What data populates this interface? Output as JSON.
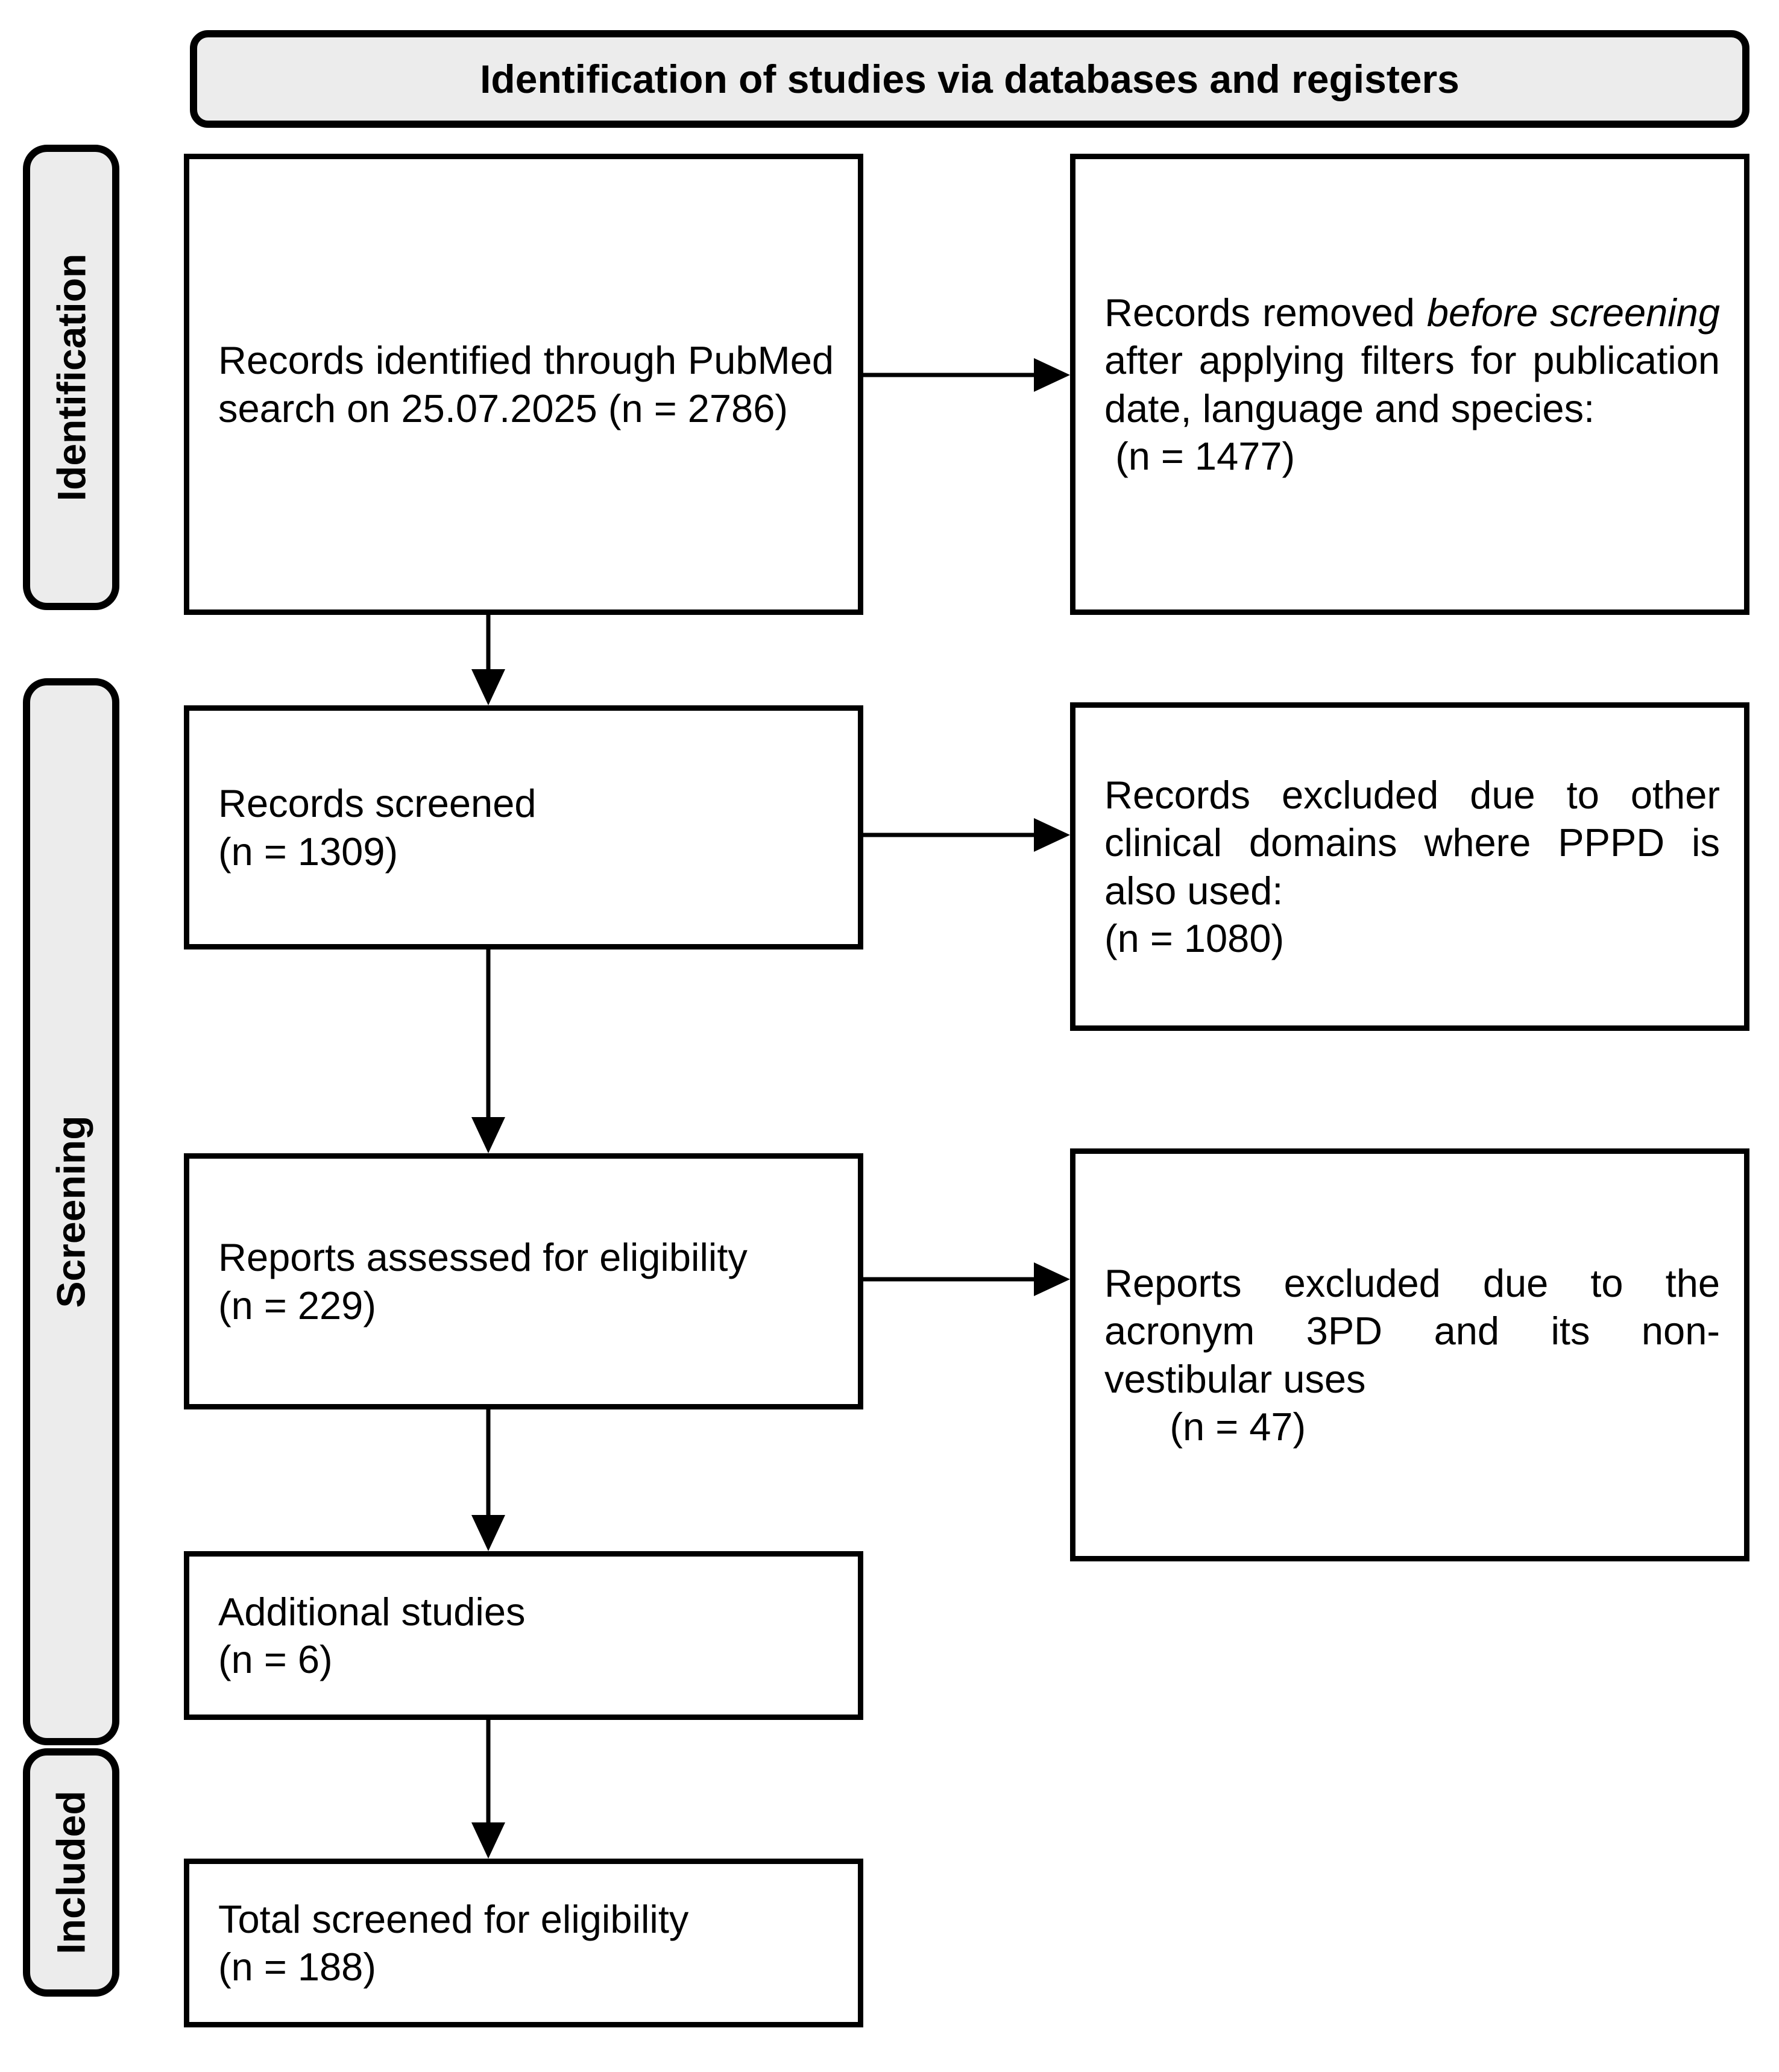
{
  "title": "Identification of studies via databases and registers",
  "sidebar": {
    "identification": "Identification",
    "screening": "Screening",
    "included": "Included"
  },
  "flow": {
    "identified": "Records identified through PubMed search on 25.07.2025 (n = 2786)",
    "screened": "Records screened\n(n = 1309)",
    "assessed": "Reports assessed for eligibility\n(n = 229)",
    "additional": "Additional studies\n(n = 6)",
    "total": "Total screened for eligibility\n(n = 188)"
  },
  "excluded": {
    "removed_before_screening": [
      {
        "t": "Records removed "
      },
      {
        "t": "before screening",
        "i": true
      },
      {
        "t": " after applying filters for publication date, language and species:\n (n = 1477)"
      }
    ],
    "other_domains": "Records excluded due to other clinical domains where PPPD is also used:\n(n = 1080)",
    "acronym_3pd": "Reports excluded due to the acronym 3PD and its non-vestibular uses\n      (n = 47)"
  },
  "counts": {
    "identified": 2786,
    "removed_before_screening": 1477,
    "screened": 1309,
    "excluded_other_domains": 1080,
    "assessed": 229,
    "excluded_acronym": 47,
    "additional": 6,
    "total": 188
  },
  "colors": {
    "band_fill": "#ececec",
    "box_fill": "#ffffff",
    "line": "#000000"
  }
}
